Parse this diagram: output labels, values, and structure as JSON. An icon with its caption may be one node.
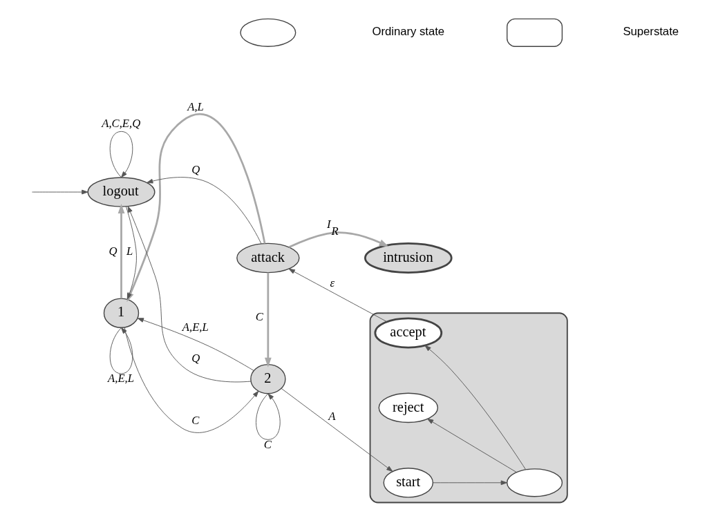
{
  "diagram": {
    "nodes": [
      {
        "text": [
          "1"
        ]
      },
      {
        "text": [
          "attack"
        ]
      },
      {
        "text": [
          "intrusion"
        ]
      },
      {
        "text": [
          "logout"
        ]
      },
      {
        "text": [
          "2"
        ]
      },
      {
        "text": [],
        "shape": "box"
      },
      {
        "text": [
          "accept"
        ],
        "in": 5
      },
      {
        "text": [
          "reject"
        ],
        "in": 5
      },
      {
        "text": [],
        "shape": "ellipse",
        "in": 5
      },
      {
        "text": [
          "start"
        ],
        "in": 5
      },
      {
        "text": [],
        "shape": "ellipse"
      },
      {
        "text": [],
        "shape": "box"
      }
    ],
    "edges": [
      {
        "from": 0,
        "to": 0,
        "arrow": "to",
        "label": "A,E,L"
      },
      {
        "from": 1,
        "to": 0,
        "arrow": "to",
        "label": "A,L",
        "style": "thick",
        "color": "#a8a8a8"
      },
      {
        "from": 4,
        "to": 0,
        "arrow": "to",
        "label": "A,E,L"
      },
      {
        "from": 3,
        "to": 0,
        "arrow": "to",
        "label": "L"
      },
      {
        "from": 0,
        "to": 3,
        "arrow": "to",
        "label": "Q",
        "style": "thick",
        "color": "#a8a8a8"
      },
      {
        "from": 0,
        "to": 4,
        "arrow": "to",
        "label": "C"
      },
      {
        "from": 1,
        "to": 3,
        "arrow": "to",
        "label": "Q"
      },
      {
        "from": 1,
        "to": 4,
        "arrow": "to",
        "label": "C",
        "style": "thick",
        "color": "#a8a8a8"
      },
      {
        "from": 4,
        "to": 3,
        "arrow": "to",
        "label": "Q"
      },
      {
        "from": 3,
        "to": 3,
        "arrow": "to",
        "label": "A,C,E,Q"
      },
      {
        "from": 4,
        "to": 4,
        "arrow": "to",
        "label": "C"
      },
      {
        "from": 1,
        "to": 2,
        "arrow": "to",
        "label": "I$_{R}$",
        "style": "thick",
        "color": "#a8a8a8"
      },
      {
        "from": 6,
        "to": 1,
        "arrow": "to",
        "label": "ε"
      },
      {
        "from": 4,
        "to": 9,
        "arrow": "to",
        "label": "A"
      },
      {
        "from": 9,
        "to": 8,
        "arrow": "to"
      },
      {
        "from": 8,
        "to": 6,
        "arrow": "to"
      },
      {
        "from": 8,
        "to": 7,
        "arrow": "to"
      },
      {
        "from": null,
        "to": 3,
        "arrow": "to"
      }
    ],
    "legend": [
      {
        "text": "Ordinary state"
      },
      {
        "text": "Superstate"
      }
    ]
  }
}
